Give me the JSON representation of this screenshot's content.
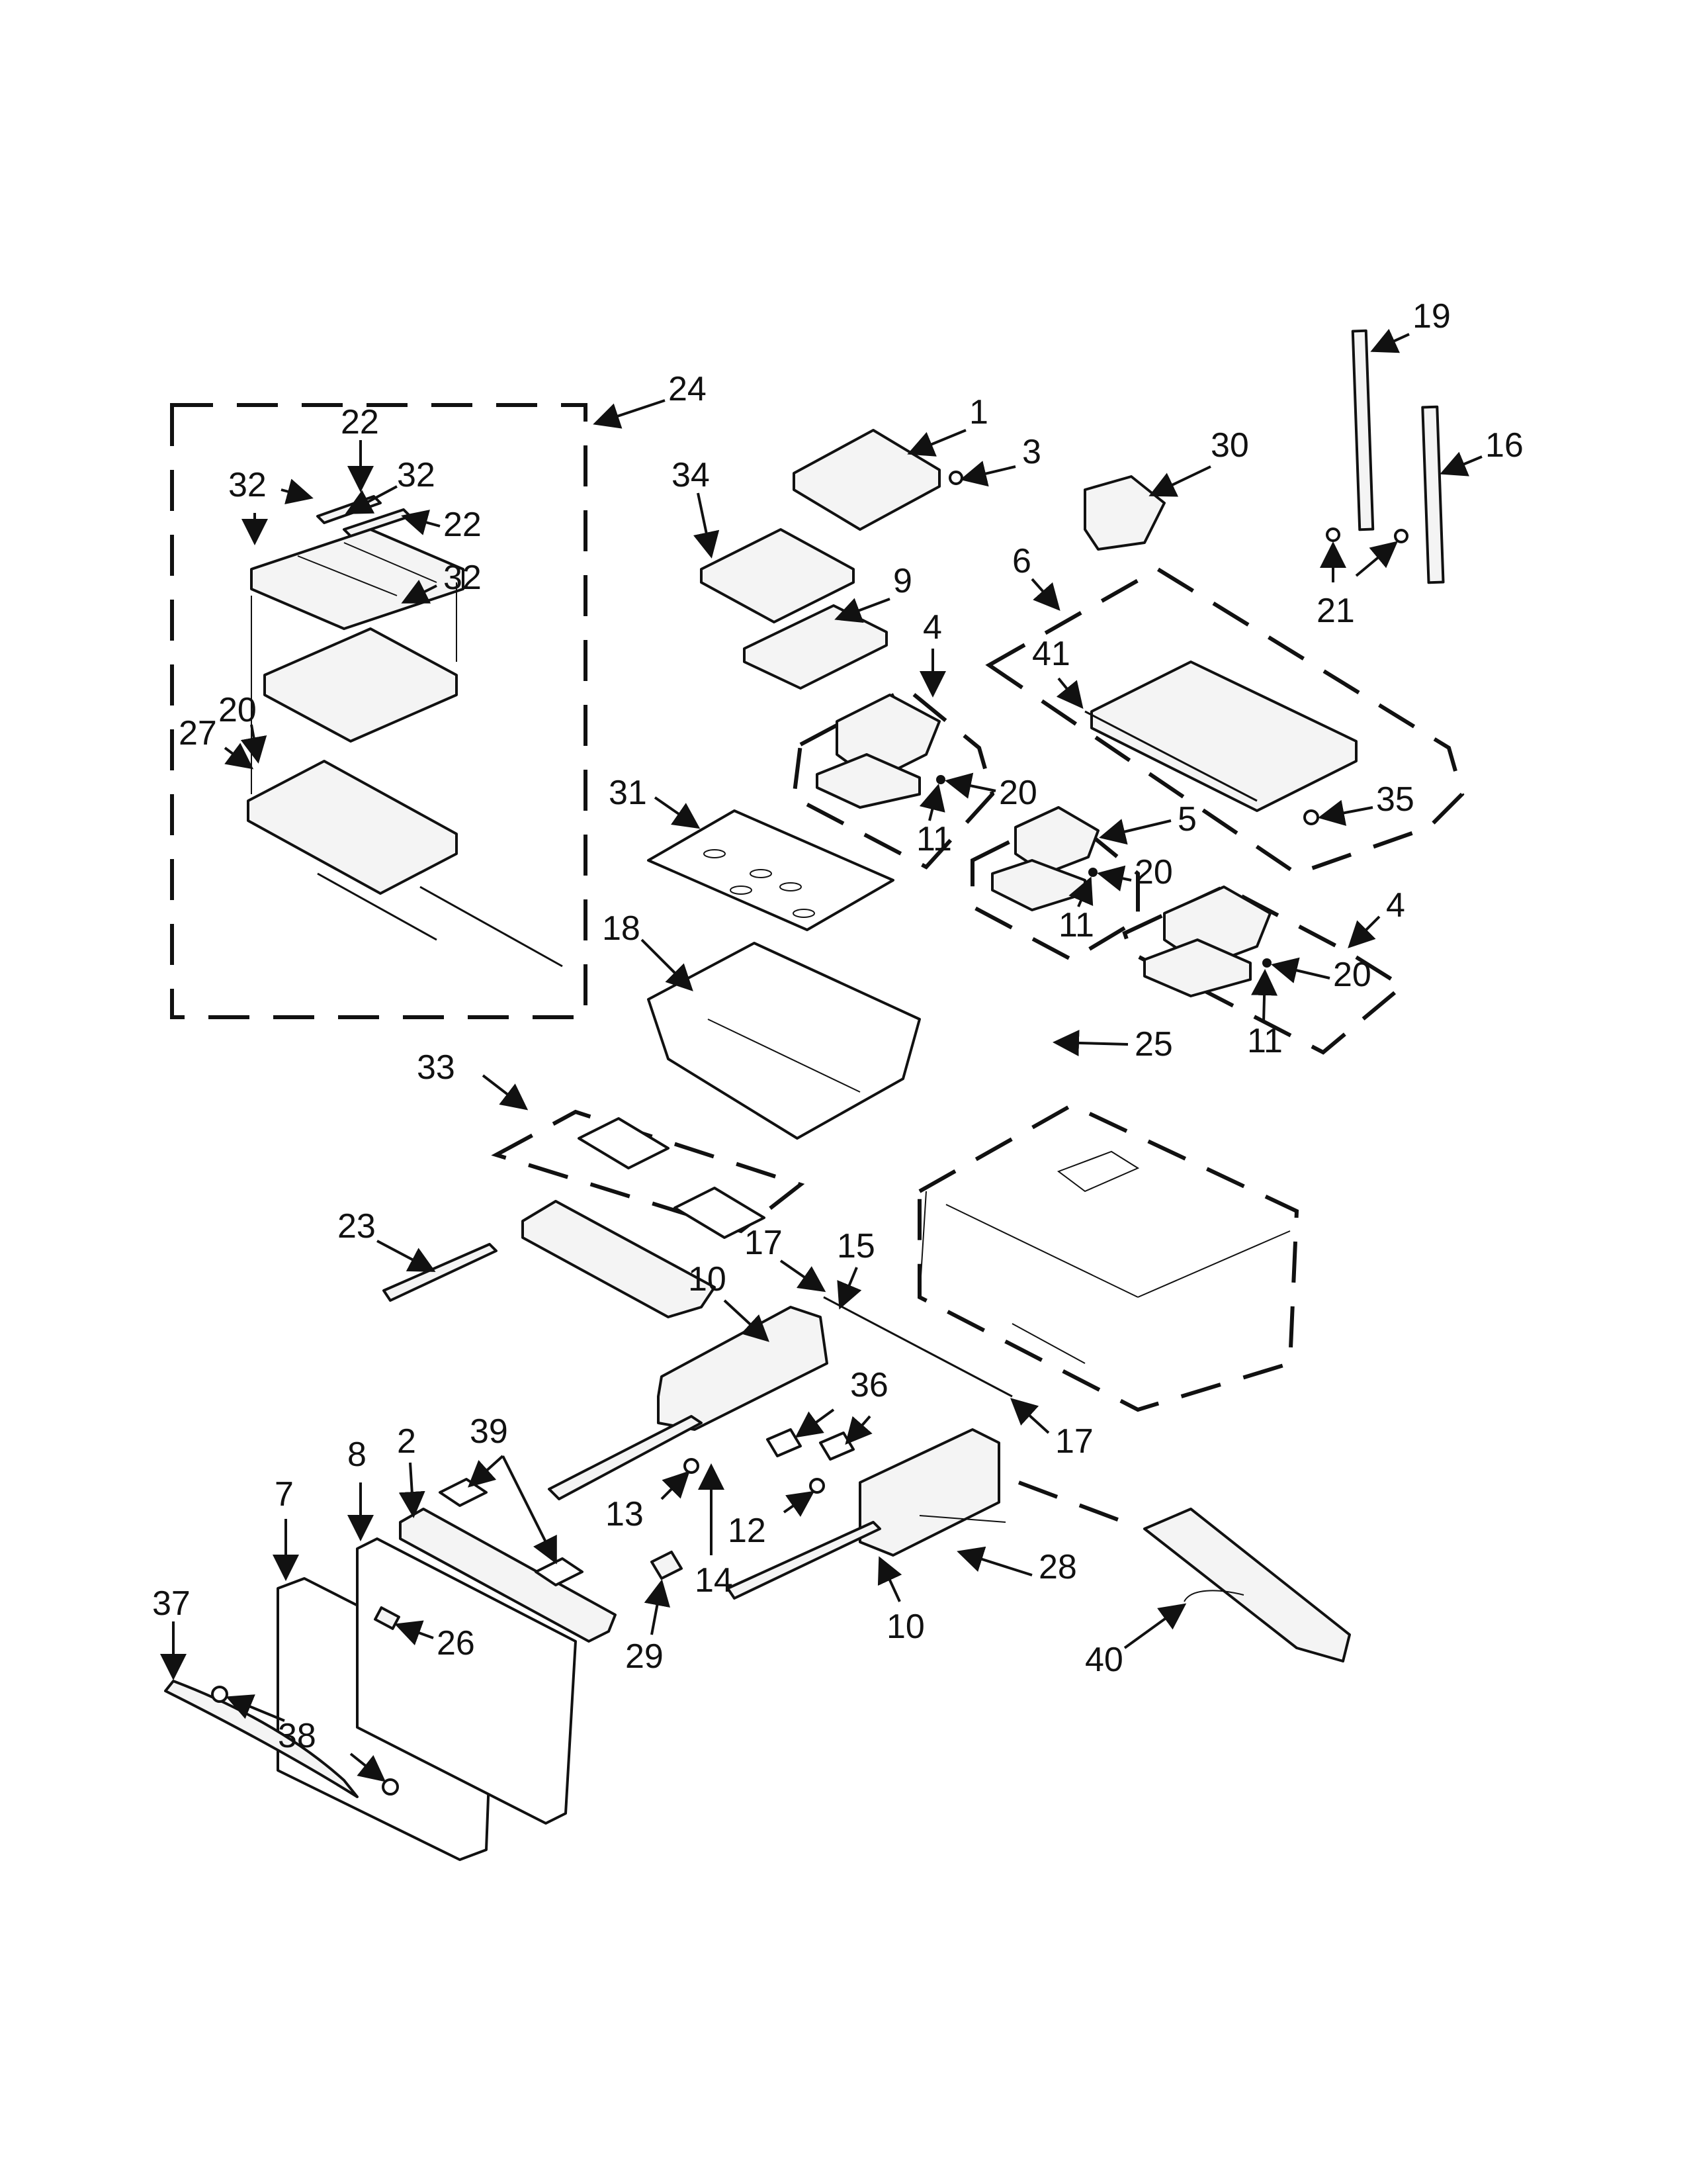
{
  "diagram": {
    "callouts": [
      "1",
      "2",
      "3",
      "4",
      "5",
      "6",
      "7",
      "8",
      "9",
      "10",
      "11",
      "12",
      "13",
      "14",
      "15",
      "16",
      "17",
      "18",
      "19",
      "20",
      "21",
      "22",
      "23",
      "24",
      "25",
      "26",
      "27",
      "28",
      "29",
      "30",
      "31",
      "32",
      "33",
      "34",
      "35",
      "36",
      "37",
      "38",
      "39",
      "40",
      "41"
    ]
  }
}
